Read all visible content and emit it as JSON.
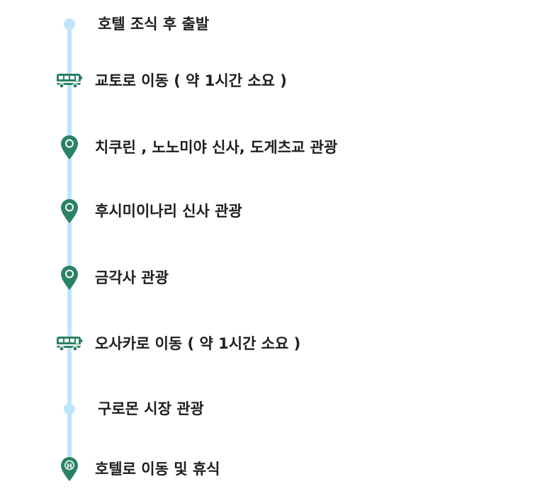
{
  "itinerary": {
    "accent_color": "#2b8266",
    "line_color": "#bde5fb",
    "steps": [
      {
        "label": "호텔 조식 후 출발",
        "icon": "dot-icon"
      },
      {
        "label": "교토로 이동 ( 약 1시간 소요 )",
        "icon": "bus-icon"
      },
      {
        "label": "치쿠린 , 노노미야 신사, 도게츠교 관광",
        "icon": "location-pin-icon"
      },
      {
        "label": "후시미이나리 신사 관광",
        "icon": "location-pin-icon"
      },
      {
        "label": "금각사 관광",
        "icon": "location-pin-icon"
      },
      {
        "label": "오사카로 이동 ( 약 1시간 소요 )",
        "icon": "bus-icon"
      },
      {
        "label": "구로몬 시장 관광",
        "icon": "dot-icon"
      },
      {
        "label": "호텔로 이동 및 휴식",
        "icon": "hotel-pin-icon",
        "icon_glyph": "H"
      }
    ]
  }
}
